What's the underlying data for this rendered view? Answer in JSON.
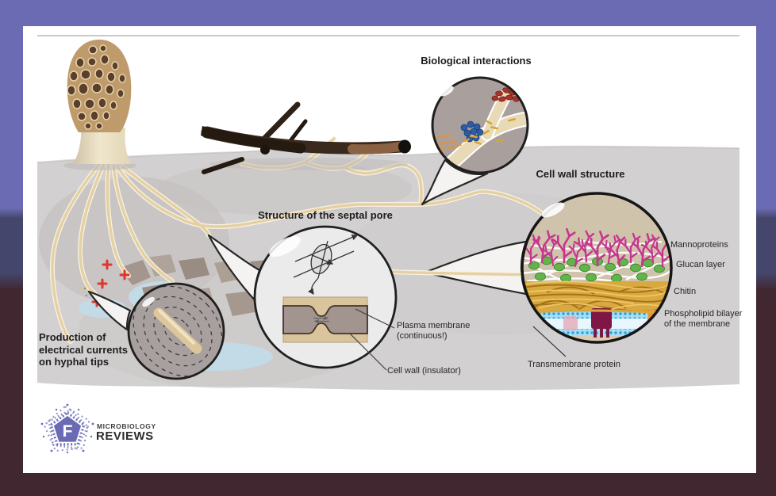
{
  "background": {
    "top": "#6a6bb2",
    "middle": "#45466b",
    "bottom": "#402730",
    "page": "#ffffff"
  },
  "figure": {
    "titles": {
      "biological": "Biological interactions",
      "cell_wall": "Cell wall structure",
      "septal": "Structure of the septal pore"
    },
    "labels": {
      "mannoproteins": "Mannoproteins",
      "glucan": "Glucan layer",
      "chitin": "Chitin",
      "phospholipid_1": "Phospholipid bilayer",
      "phospholipid_2": "of the membrane",
      "transmembrane": "Transmembrane protein",
      "plasma_1": "Plasma membrane",
      "plasma_2": "(continuous!)",
      "cell_wall_insulator": "Cell wall (insulator)"
    },
    "caption": {
      "l1": "Production of",
      "l2": "electrical currents",
      "l3": "on hyphal tips"
    },
    "colors": {
      "soil": "#d3d0d1",
      "hypha": "#e4d0a2",
      "mannoproteins": "#c6368f",
      "glucan": "#63b44b",
      "chitin": "#d9a93f",
      "bilayer": "#7fd0f0",
      "transmembrane_protein": "#8c1a4f",
      "plus_marks": "#dd372e"
    }
  },
  "logo": {
    "letter": "F",
    "line1": "MICROBIOLOGY",
    "line2": "REVIEWS",
    "accent": "#6a6bb4"
  }
}
